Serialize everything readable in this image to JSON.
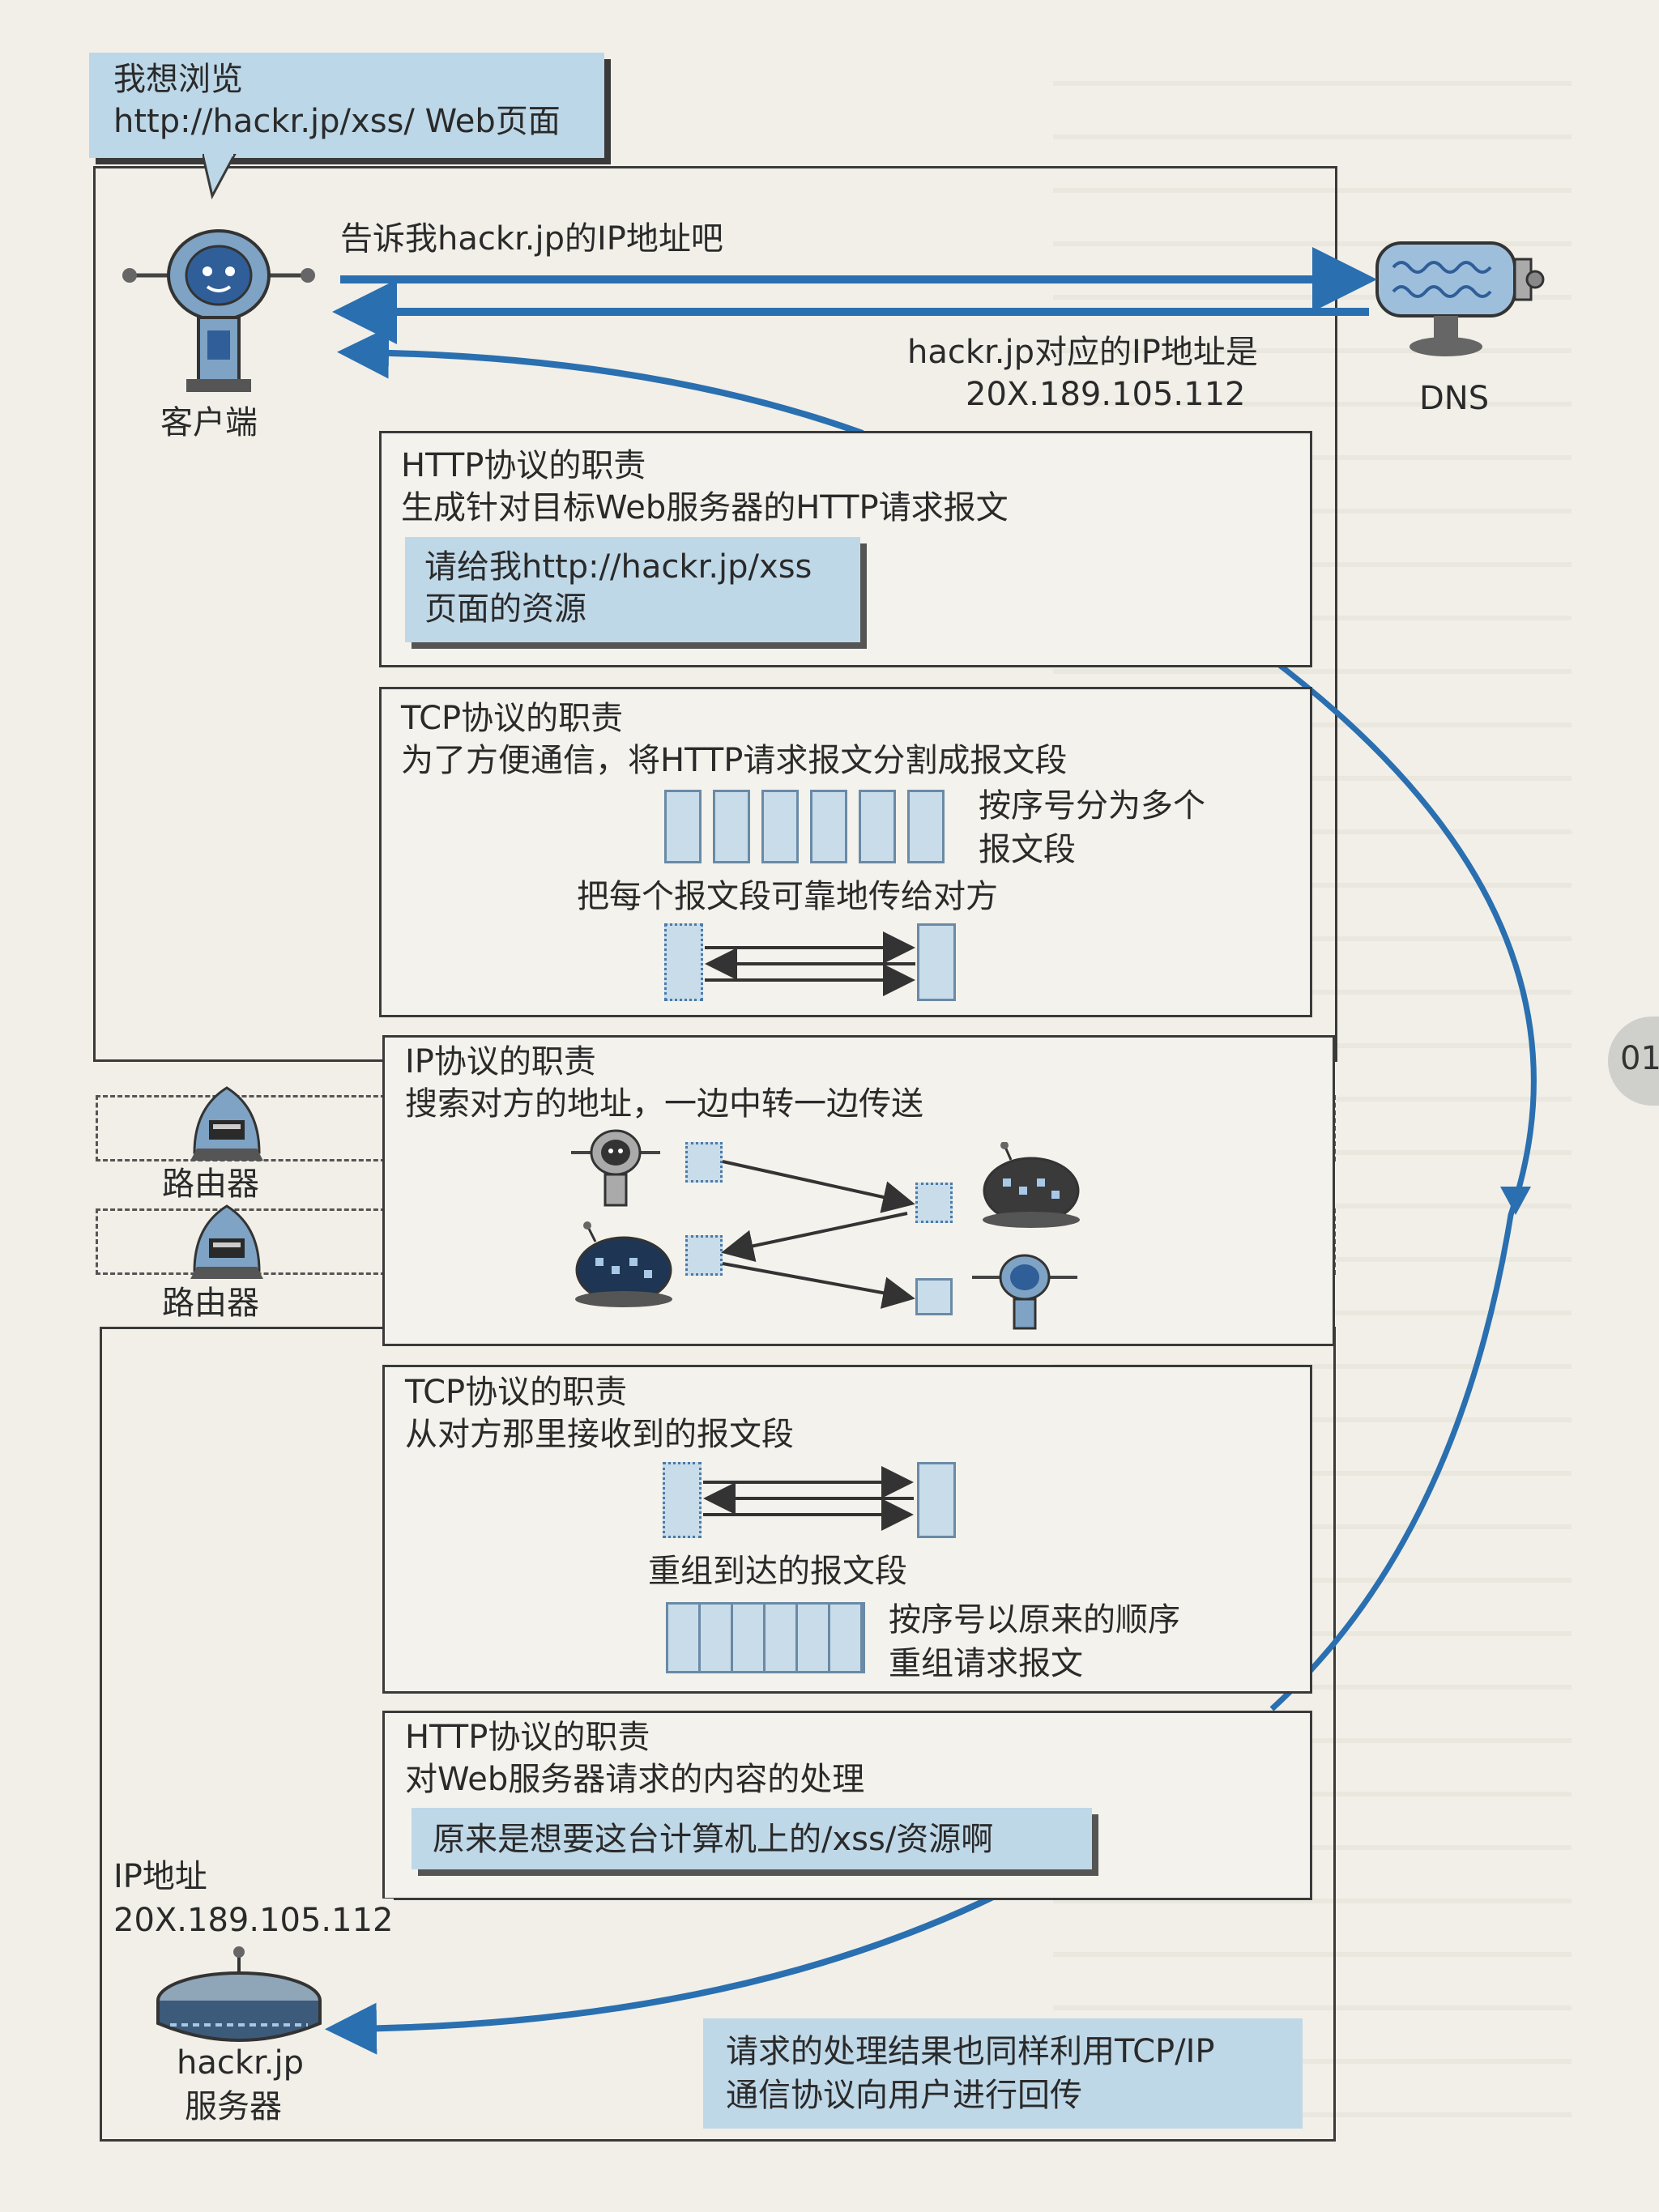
{
  "speech": {
    "line1": "我想浏览",
    "line2": "http://hackr.jp/xss/ Web页面"
  },
  "client": {
    "label": "客户端",
    "request": "告诉我hackr.jp的IP地址吧"
  },
  "dns": {
    "label": "DNS",
    "reply_line1": "hackr.jp对应的IP地址是",
    "reply_line2": "20X.189.105.112"
  },
  "http_client": {
    "title": "HTTP协议的职责",
    "desc": "生成针对目标Web服务器的HTTP请求报文",
    "note_line1": "请给我http://hackr.jp/xss",
    "note_line2": "页面的资源"
  },
  "tcp_client": {
    "title": "TCP协议的职责",
    "desc": "为了方便通信，将HTTP请求报文分割成报文段",
    "split_line1": "按序号分为多个",
    "split_line2": "报文段",
    "reliable": "把每个报文段可靠地传给对方"
  },
  "ip": {
    "title": "IP协议的职责",
    "desc": "搜索对方的地址，一边中转一边传送"
  },
  "router": {
    "label1": "路由器",
    "label2": "路由器"
  },
  "tcp_server": {
    "title": "TCP协议的职责",
    "desc": "从对方那里接收到的报文段",
    "reassemble": "重组到达的报文段",
    "order_line1": "按序号以原来的顺序",
    "order_line2": "重组请求报文"
  },
  "http_server": {
    "title": "HTTP协议的职责",
    "desc": "对Web服务器请求的内容的处理",
    "note": "原来是想要这台计算机上的/xss/资源啊"
  },
  "server": {
    "ip_label": "IP地址",
    "ip_value": "20X.189.105.112",
    "label_line1": "hackr.jp",
    "label_line2": "服务器"
  },
  "result": {
    "line1": "请求的处理结果也同样利用TCP/IP",
    "line2": "通信协议向用户进行回传"
  },
  "page_tab": "01",
  "colors": {
    "arrow_blue": "#2a6fb0",
    "callout_blue": "#bfd8e8",
    "segment_blue": "#c9dcea"
  }
}
